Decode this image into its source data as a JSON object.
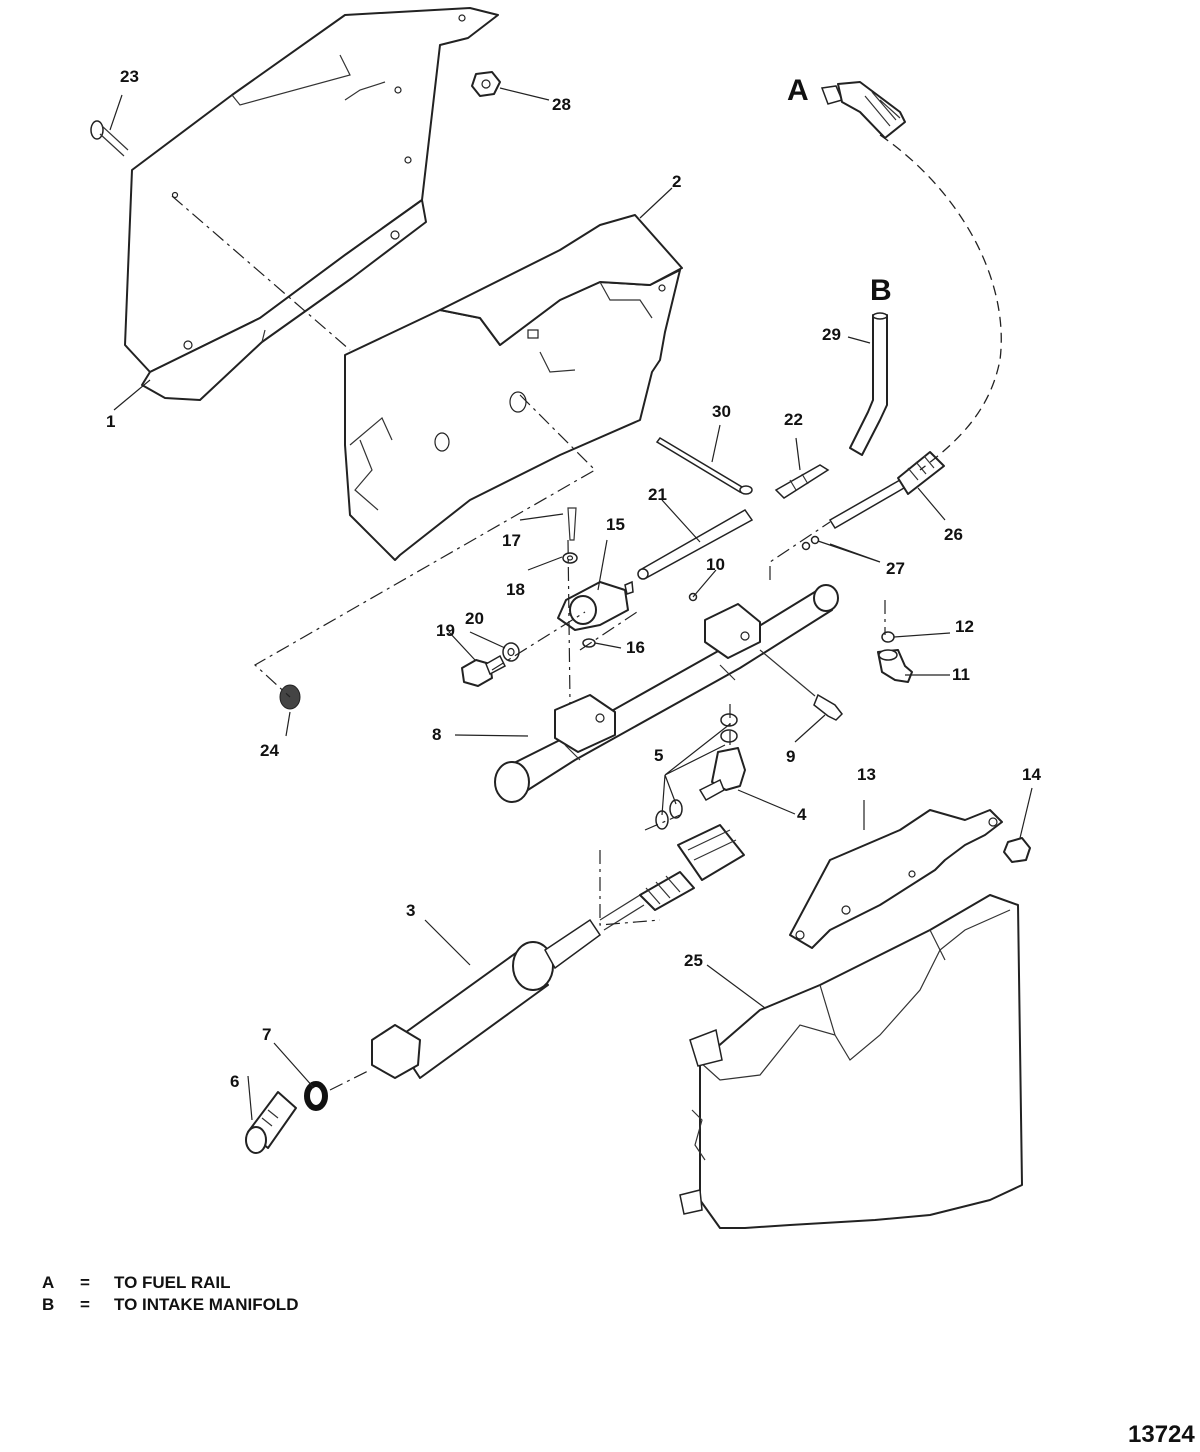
{
  "callouts": [
    {
      "id": "c1",
      "text": "1"
    },
    {
      "id": "c2",
      "text": "2"
    },
    {
      "id": "c3",
      "text": "3"
    },
    {
      "id": "c4",
      "text": "4"
    },
    {
      "id": "c5",
      "text": "5"
    },
    {
      "id": "c6",
      "text": "6"
    },
    {
      "id": "c7",
      "text": "7"
    },
    {
      "id": "c8",
      "text": "8"
    },
    {
      "id": "c9",
      "text": "9"
    },
    {
      "id": "c10",
      "text": "10"
    },
    {
      "id": "c11",
      "text": "11"
    },
    {
      "id": "c12",
      "text": "12"
    },
    {
      "id": "c13",
      "text": "13"
    },
    {
      "id": "c14",
      "text": "14"
    },
    {
      "id": "c15",
      "text": "15"
    },
    {
      "id": "c16",
      "text": "16"
    },
    {
      "id": "c17",
      "text": "17"
    },
    {
      "id": "c18",
      "text": "18"
    },
    {
      "id": "c19",
      "text": "19"
    },
    {
      "id": "c20",
      "text": "20"
    },
    {
      "id": "c21",
      "text": "21"
    },
    {
      "id": "c22",
      "text": "22"
    },
    {
      "id": "c23",
      "text": "23"
    },
    {
      "id": "c24",
      "text": "24"
    },
    {
      "id": "c25",
      "text": "25"
    },
    {
      "id": "c26",
      "text": "26"
    },
    {
      "id": "c27",
      "text": "27"
    },
    {
      "id": "c28",
      "text": "28"
    },
    {
      "id": "c29",
      "text": "29"
    },
    {
      "id": "c30",
      "text": "30"
    }
  ],
  "connection_letters": {
    "a": "A",
    "b": "B"
  },
  "legend": [
    {
      "letter": "A",
      "separator": "=",
      "description": "TO FUEL RAIL"
    },
    {
      "letter": "B",
      "separator": "=",
      "description": "TO INTAKE MANIFOLD"
    }
  ],
  "figure_number": "13724"
}
